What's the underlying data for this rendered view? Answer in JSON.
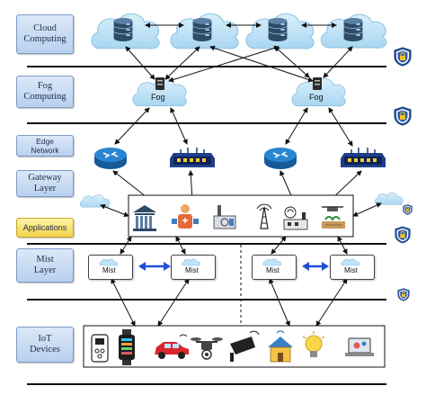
{
  "layers": {
    "cloud": "Cloud\nComputing",
    "fog": "Fog\nComputing",
    "edge": "Edge\nNetwork",
    "gateway": "Gateway\nLayer",
    "applications": "Applications",
    "mist": "Mist\nLayer",
    "iot": "IoT\nDevices"
  },
  "nodes": {
    "fog_left": "Fog",
    "fog_right": "Fog",
    "mist_1": "Mist",
    "mist_2": "Mist",
    "mist_3": "Mist",
    "mist_4": "Mist"
  },
  "colors": {
    "label_fill": "#c8dbf3",
    "applications_fill": "#f5d94e",
    "cloud_fill": "#bfe3f7",
    "database": "#2e4a66",
    "router": "#1d6fb8",
    "switch": "#1f3f8a",
    "shield": "#2a5caa",
    "shield_lock": "#f2c02e",
    "arrow_blue": "#1f4fd6"
  },
  "icons": {
    "cloud": "cloud-with-database-icon",
    "fog": "fog-server-icon",
    "router": "router-icon",
    "switch": "network-switch-icon",
    "shield": "security-shield-lock-icon",
    "applications": [
      "bank-icon",
      "healthcare-icon",
      "industry-icon",
      "antenna-tower-icon",
      "smart-factory-icon",
      "drone-agriculture-icon"
    ],
    "iot": [
      "smart-meter-icon",
      "smartwatch-icon",
      "connected-car-icon",
      "drone-icon",
      "cctv-camera-icon",
      "smart-home-icon",
      "smart-bulb-icon",
      "laptop-user-icon"
    ]
  }
}
